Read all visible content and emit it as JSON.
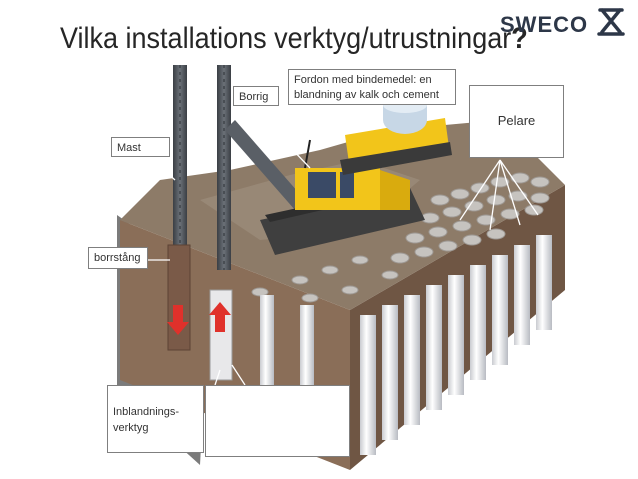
{
  "title": {
    "text": "Vilka installations verktyg/utrustningar",
    "qmark": "?"
  },
  "logo": {
    "text": "SWECO"
  },
  "labels": {
    "borrig": "Borrig",
    "fordon": "Fordon med bindemedel: en blandning av kalk och cement",
    "pelare": "Pelare",
    "mast": "Mast",
    "borrstang": "borrstång",
    "inblandning": "Inblandnings-verktyg",
    "blank": ""
  },
  "colors": {
    "soil_top": "#8d7b68",
    "soil_side": "#7a6552",
    "machine_yellow": "#f2c51a",
    "mast_gray": "#4a4f55",
    "column_white": "#f1f1f3",
    "arrow_red": "#e0312b"
  }
}
